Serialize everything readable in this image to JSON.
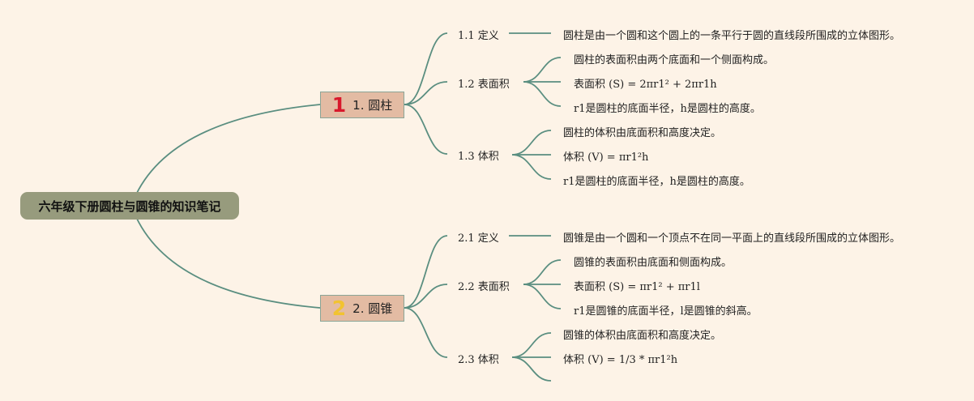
{
  "root": {
    "title": "六年级下册圆柱与圆锥的知识笔记"
  },
  "colors": {
    "background": "#fdf3e7",
    "root": "#979b7d",
    "branch": "#e3bba3",
    "line": "#5a8e80",
    "badge1": "#d8192c",
    "badge2": "#f2c330"
  },
  "branches": [
    {
      "num": "1",
      "label": "1. 圆柱",
      "subs": [
        {
          "label": "1.1 定义",
          "leaves": [
            "圆柱是由一个圆和这个圆上的一条平行于圆的直线段所围成的立体图形。"
          ]
        },
        {
          "label": "1.2 表面积",
          "leaves": [
            "圆柱的表面积由两个底面和一个侧面构成。",
            "表面积 (S) = 2πr1² + 2πr1h",
            "r1是圆柱的底面半径，h是圆柱的高度。"
          ]
        },
        {
          "label": "1.3 体积",
          "leaves": [
            "圆柱的体积由底面积和高度决定。",
            "体积 (V) = πr1²h",
            "r1是圆柱的底面半径，h是圆柱的高度。"
          ]
        }
      ]
    },
    {
      "num": "2",
      "label": "2. 圆锥",
      "subs": [
        {
          "label": "2.1 定义",
          "leaves": [
            "圆锥是由一个圆和一个顶点不在同一平面上的直线段所围成的立体图形。"
          ]
        },
        {
          "label": "2.2 表面积",
          "leaves": [
            "圆锥的表面积由底面和侧面构成。",
            "表面积 (S) = πr1² + πr1l",
            "r1是圆锥的底面半径，l是圆锥的斜高。"
          ]
        },
        {
          "label": "2.3 体积",
          "leaves": [
            "圆锥的体积由底面积和高度决定。",
            "体积 (V) = 1/3 * πr1²h",
            ""
          ]
        }
      ]
    }
  ]
}
